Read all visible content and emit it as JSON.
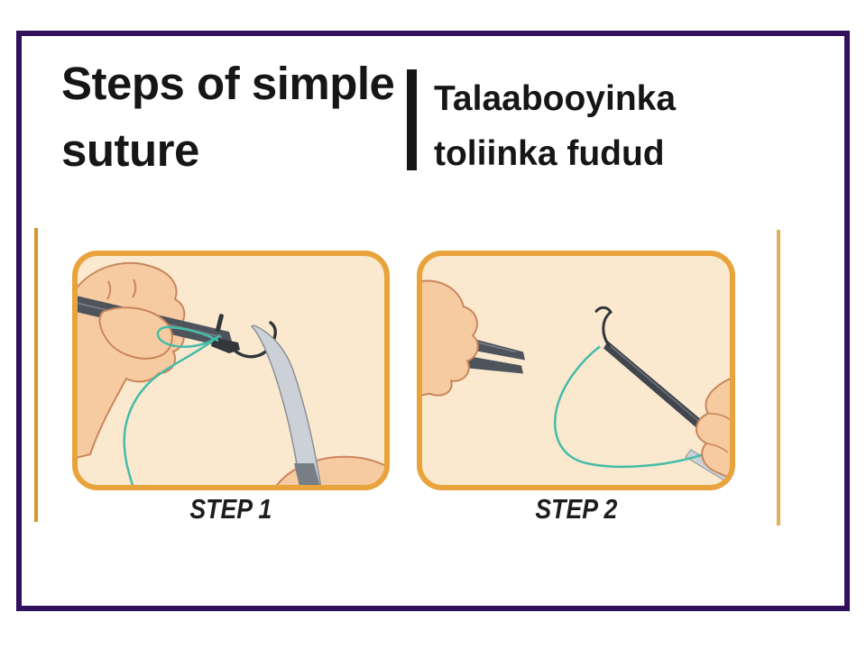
{
  "slide": {
    "title_en": {
      "line1": "Steps of simple",
      "line2": "suture"
    },
    "title_so": {
      "line1": "Talaabooyinka",
      "line2": "toliinka fudud"
    }
  },
  "figure": {
    "steps": [
      {
        "label": "STEP 1"
      },
      {
        "label": "STEP 2"
      }
    ]
  },
  "colors": {
    "frame_border": "#31105C",
    "title_text": "#161616",
    "accent_bar_left": "#D6952F",
    "accent_bar_right": "#E2B055",
    "panel_border": "#E8A33C",
    "panel_bg": "#FBE9CF",
    "skin": "#F7CBA1",
    "skin_outline": "#C9865C",
    "tool_dark": "#4E545C",
    "tool_dark_edge": "#33363B",
    "tool_silver": "#CBD1D6",
    "tool_silver_edge": "#8A9097",
    "thread": "#45BCA9"
  }
}
